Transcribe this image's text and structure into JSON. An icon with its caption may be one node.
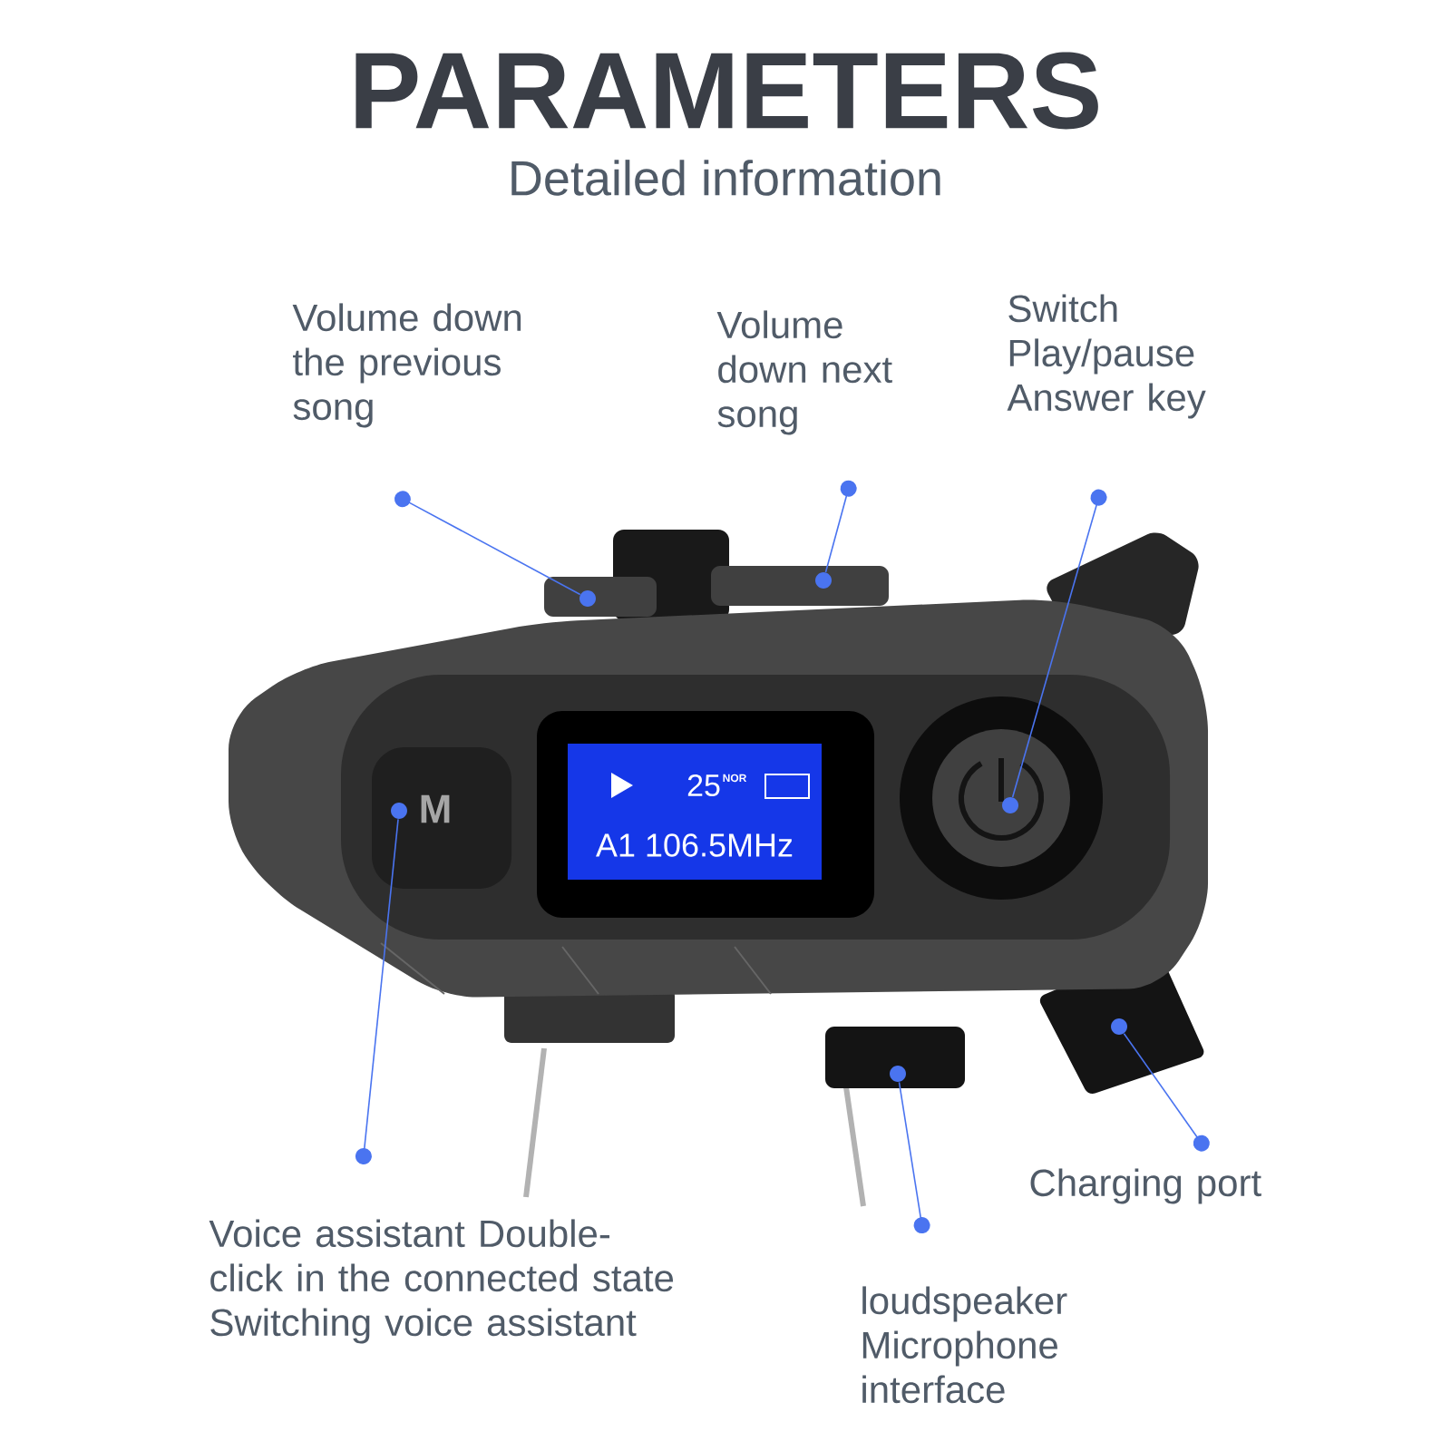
{
  "diagram": {
    "title": "PARAMETERS",
    "nodes": [
      {
        "text": [
          "Volume down the previous song"
        ]
      },
      {
        "text": [
          "Volume down next song"
        ]
      },
      {
        "text": [
          "Switch Play/pause Answer key"
        ]
      },
      {
        "text": [
          "Voice assistant Double-click in the connected state Switching voice assistant"
        ]
      },
      {
        "text": [
          "loudspeaker Microphone interface"
        ]
      },
      {
        "text": [
          "Charging port"
        ]
      },
      {
        "text": [],
        "shape": "circle"
      },
      {
        "text": [],
        "shape": "circle"
      },
      {
        "text": [],
        "shape": "circle"
      },
      {
        "text": [],
        "shape": "circle"
      },
      {
        "text": [],
        "shape": "circle"
      },
      {
        "text": [],
        "shape": "circle"
      }
    ],
    "edges": [
      {
        "from": 0,
        "to": 6,
        "arrow": "other"
      },
      {
        "from": 1,
        "to": 7,
        "arrow": "other"
      },
      {
        "from": 2,
        "to": 8,
        "arrow": "other"
      },
      {
        "from": 3,
        "to": 9,
        "arrow": "other"
      },
      {
        "from": 4,
        "to": 10,
        "arrow": "other"
      },
      {
        "from": 5,
        "to": 11,
        "arrow": "other"
      }
    ],
    "labels": [
      "Detailed information",
      "M",
      "25",
      "NOR",
      "A1 106.5MHz"
    ]
  }
}
